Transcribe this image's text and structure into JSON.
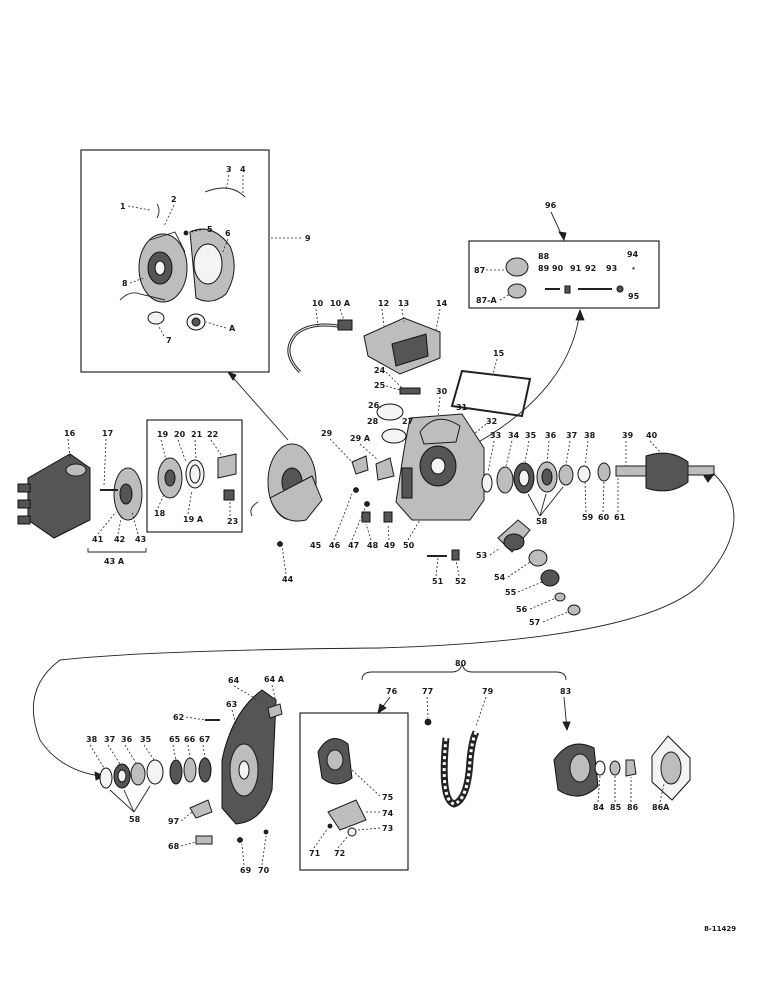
{
  "reference_code": "8-11429",
  "callouts": {
    "n1": "1",
    "n2": "2",
    "n3": "3",
    "n4": "4",
    "n5": "5",
    "n6": "6",
    "n7": "7",
    "n8": "8",
    "n9": "9",
    "nA": "A",
    "n10": "10",
    "n10A": "10 A",
    "n12": "12",
    "n13": "13",
    "n14": "14",
    "n15": "15",
    "n16": "16",
    "n17": "17",
    "n18": "18",
    "n19": "19",
    "n19A": "19 A",
    "n20": "20",
    "n21": "21",
    "n22": "22",
    "n23": "23",
    "n24": "24",
    "n25": "25",
    "n26": "26",
    "n27": "27",
    "n28": "28",
    "n29": "29",
    "n29A": "29 A",
    "n30": "30",
    "n31": "31",
    "n32": "32",
    "n33": "33",
    "n34": "34",
    "n35": "35",
    "n36": "36",
    "n37": "37",
    "n38": "38",
    "n39": "39",
    "n40": "40",
    "n41": "41",
    "n42": "42",
    "n43": "43",
    "n43A": "43 A",
    "n44": "44",
    "n45": "45",
    "n46": "46",
    "n47": "47",
    "n48": "48",
    "n49": "49",
    "n50": "50",
    "n51": "51",
    "n52": "52",
    "n53": "53",
    "n54": "54",
    "n55": "55",
    "n56": "56",
    "n57": "57",
    "n58": "58",
    "n59": "59",
    "n60": "60",
    "n61": "61",
    "n62": "62",
    "n63": "63",
    "n64": "64",
    "n64A": "64 A",
    "n65": "65",
    "n66": "66",
    "n67": "67",
    "n68": "68",
    "n69": "69",
    "n70": "70",
    "n71": "71",
    "n72": "72",
    "n73": "73",
    "n74": "74",
    "n75": "75",
    "n76": "76",
    "n77": "77",
    "n79": "79",
    "n80": "80",
    "n83": "83",
    "n84": "84",
    "n85": "85",
    "n86": "86",
    "n86A": "86A",
    "n87": "87",
    "n87A": "87-A",
    "n88": "88",
    "n89": "89",
    "n90": "90",
    "n91": "91",
    "n92": "92",
    "n93": "93",
    "n94": "94",
    "n95": "95",
    "n96": "96",
    "n97": "97",
    "left_group": {
      "n38": "38",
      "n37": "37",
      "n36": "36",
      "n35": "35",
      "n58": "58"
    }
  }
}
